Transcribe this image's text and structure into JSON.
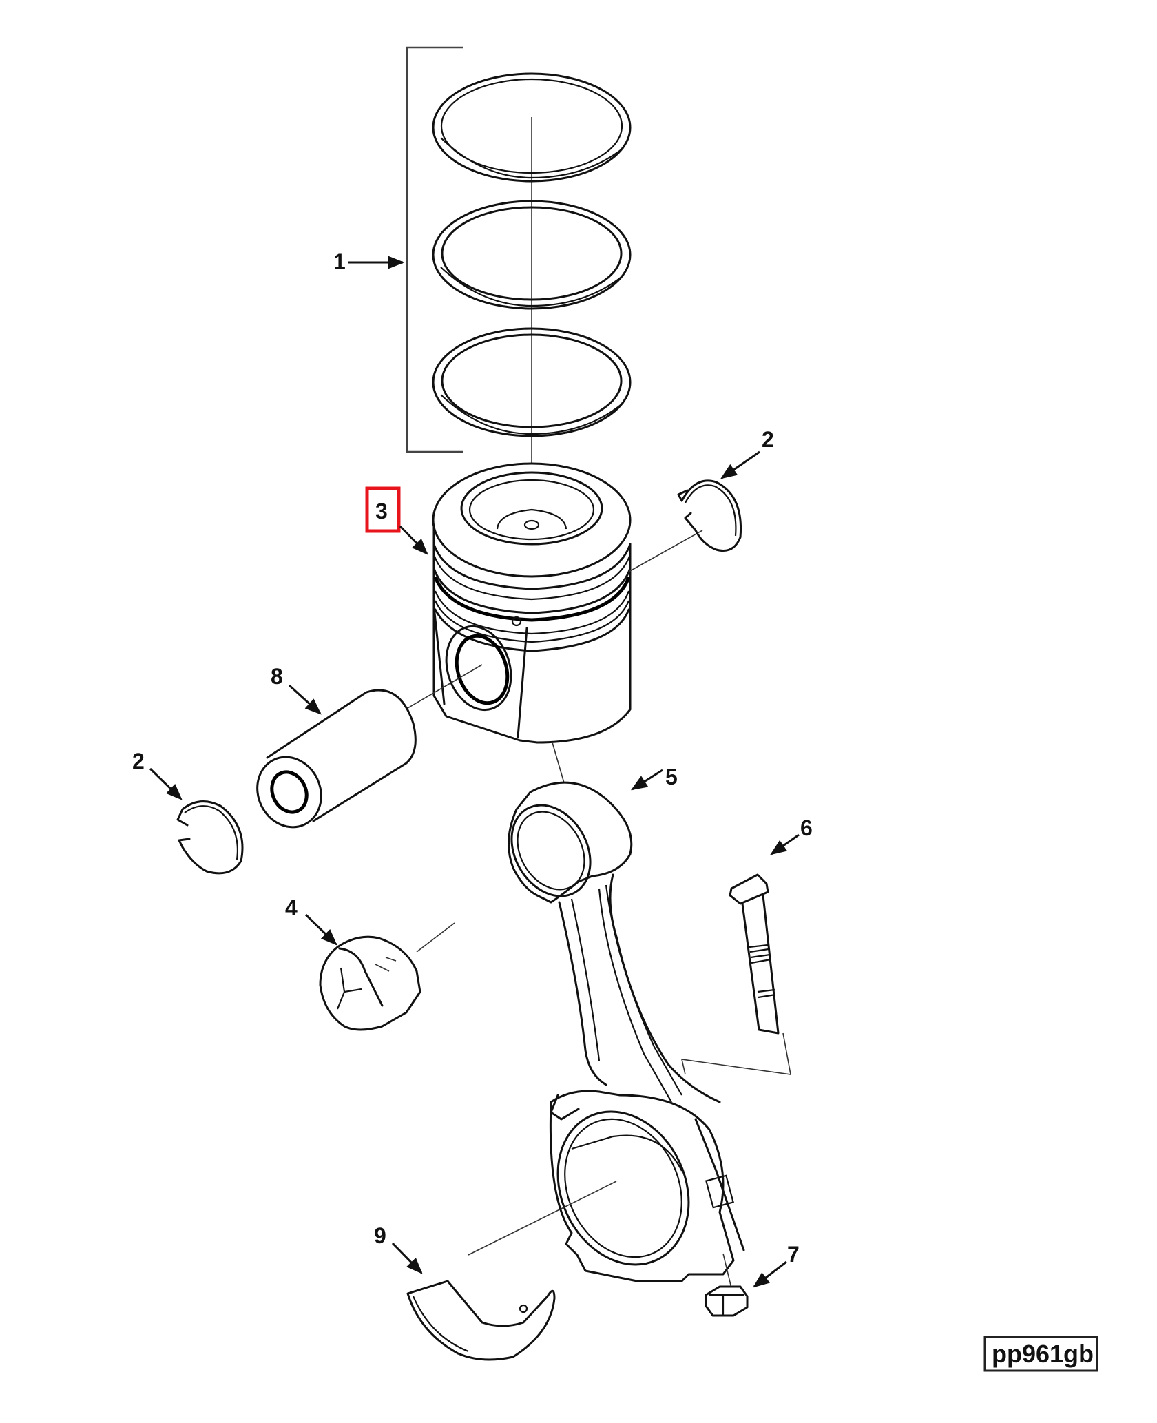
{
  "diagram": {
    "title": "Piston and connecting rod exploded parts view",
    "reference_code": "pp961gb",
    "highlight_color": "#e8141b",
    "highlighted_callout": "3",
    "callouts": [
      {
        "id": "c1",
        "label": "1",
        "part": "piston-ring-set"
      },
      {
        "id": "c2a",
        "label": "2",
        "part": "retaining-ring-right"
      },
      {
        "id": "c3",
        "label": "3",
        "part": "piston"
      },
      {
        "id": "c8",
        "label": "8",
        "part": "piston-pin"
      },
      {
        "id": "c2b",
        "label": "2",
        "part": "retaining-ring-left"
      },
      {
        "id": "c5",
        "label": "5",
        "part": "connecting-rod"
      },
      {
        "id": "c6",
        "label": "6",
        "part": "connecting-rod-bolt"
      },
      {
        "id": "c4",
        "label": "4",
        "part": "small-end-bushing"
      },
      {
        "id": "c9",
        "label": "9",
        "part": "rod-bearing-shell"
      },
      {
        "id": "c7",
        "label": "7",
        "part": "connecting-rod-nut"
      }
    ]
  }
}
